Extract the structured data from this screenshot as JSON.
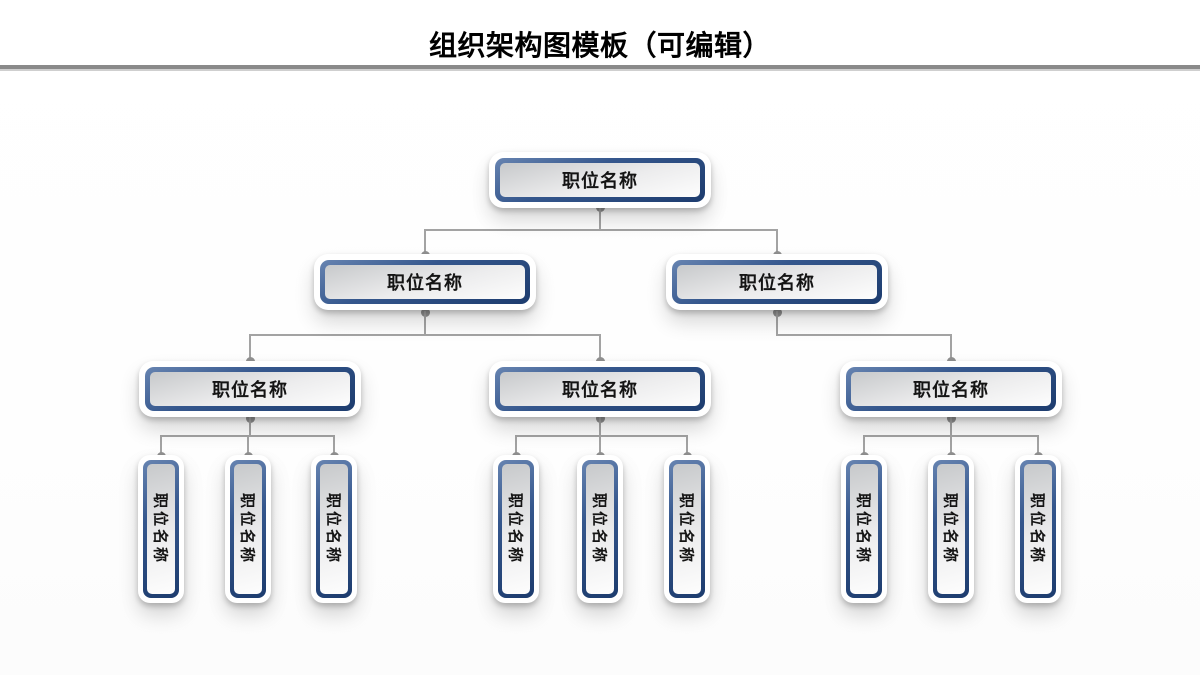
{
  "header": {
    "title": "组织架构图模板（可编辑）"
  },
  "colors": {
    "title_text": "#000000",
    "divider_gray": "#8a8a8a",
    "node_border_blue_light": "#6784b1",
    "node_border_blue_dark": "#1d3c6e",
    "node_fill_top": "#c7c9cb",
    "node_fill_bottom": "#fdfdfd",
    "node_outer_white": "#ffffff",
    "connector_gray": "#a3a3a3",
    "connector_dot_gray": "#929292"
  },
  "org": {
    "root": {
      "label": "职位名称",
      "children": [
        {
          "label": "职位名称",
          "children": [
            {
              "label": "职位名称",
              "children": [
                {
                  "label": "职位名称"
                },
                {
                  "label": "职位名称"
                },
                {
                  "label": "职位名称"
                }
              ]
            },
            {
              "label": "职位名称",
              "children": [
                {
                  "label": "职位名称"
                },
                {
                  "label": "职位名称"
                },
                {
                  "label": "职位名称"
                }
              ]
            }
          ]
        },
        {
          "label": "职位名称",
          "children": [
            {
              "label": "职位名称",
              "children": [
                {
                  "label": "职位名称"
                },
                {
                  "label": "职位名称"
                },
                {
                  "label": "职位名称"
                }
              ]
            }
          ]
        }
      ]
    }
  }
}
